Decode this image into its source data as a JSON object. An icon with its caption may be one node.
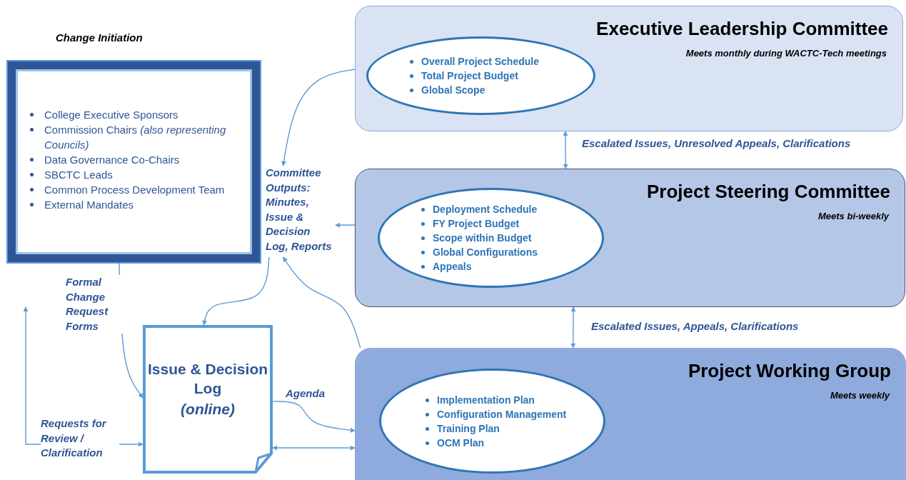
{
  "diagram": {
    "nodes": [
      {
        "text": [
          "Change Initiation",
          "College Executive Sponsors",
          "Commission Chairs *(also representing Councils)*",
          "Data Governance Co-Chairs",
          "SBCTC Leads",
          "Common Process Development Team",
          "External Mandates"
        ]
      },
      {
        "text": [
          "Committee Outputs: Minutes, Issue & Decision Log, Reports"
        ]
      },
      {
        "text": [
          "Issue & Decision Log",
          "(online)"
        ]
      },
      {
        "text": [
          "Executive Leadership Committee",
          "Meets monthly during WACTC-Tech meetings"
        ]
      },
      {
        "text": [
          "Overall Project Schedule",
          "Total Project Budget",
          "Global Scope"
        ],
        "in": 3
      },
      {
        "text": [
          "Project Steering Committee",
          "Meets bi-weekly"
        ]
      },
      {
        "text": [
          "Deployment Schedule",
          "FY Project Budget",
          "Scope within Budget",
          "Global Configurations",
          "Appeals"
        ],
        "in": 5
      },
      {
        "text": [
          "Project Working Group",
          "Meets weekly"
        ]
      },
      {
        "text": [
          "Implementation Plan",
          "Configuration Management",
          "Training Plan",
          "OCM Plan"
        ],
        "in": 7
      }
    ],
    "edges": [
      {
        "from": 3,
        "to": 1,
        "arrow": "to"
      },
      {
        "from": 5,
        "to": 1,
        "arrow": "to"
      },
      {
        "from": 7,
        "to": 1,
        "arrow": "to"
      },
      {
        "from": 1,
        "to": 2,
        "arrow": "to"
      },
      {
        "from": 0,
        "to": 2,
        "arrow": "to",
        "label": "Formal Change Request Forms"
      },
      {
        "from": null,
        "to": 2,
        "arrow": "both",
        "label": "Requests for Review / Clarification"
      },
      {
        "from": 2,
        "to": 7,
        "arrow": "to",
        "label": "Agenda"
      },
      {
        "from": 2,
        "to": 7,
        "arrow": "both"
      },
      {
        "from": 3,
        "to": 5,
        "arrow": "both",
        "label": "Escalated Issues, Unresolved Appeals, Clarifications"
      },
      {
        "from": 5,
        "to": 7,
        "arrow": "both",
        "label": "Escalated Issues, Appeals, Clarifications"
      }
    ]
  }
}
